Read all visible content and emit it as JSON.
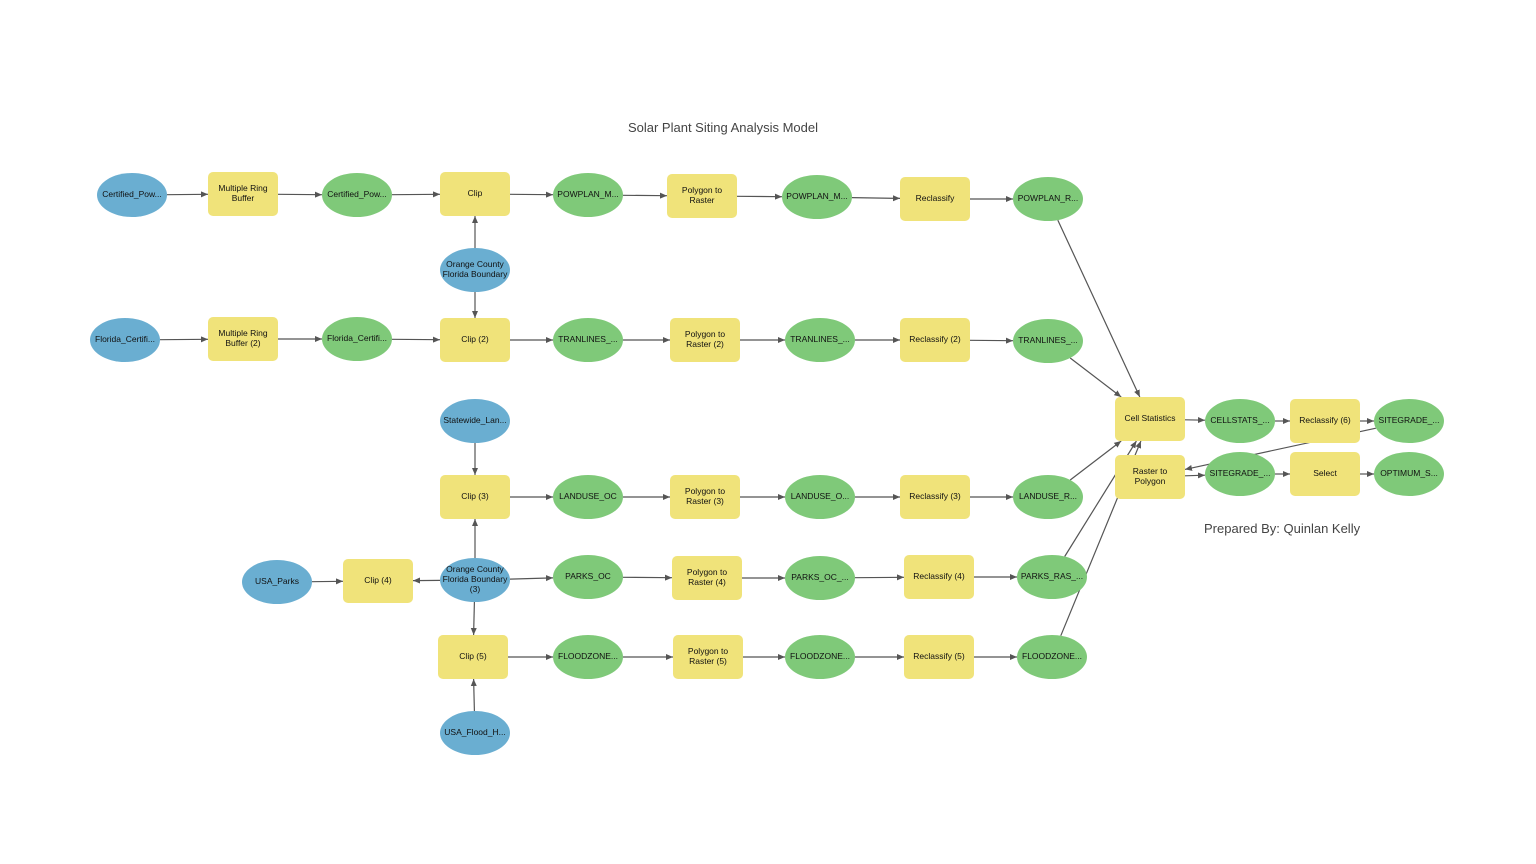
{
  "title": "Solar Plant Siting Analysis Model",
  "credit": "Prepared By: Quinlan Kelly",
  "colors": {
    "input": "#6aaed1",
    "output": "#7fc979",
    "tool": "#f0e37a",
    "connector": "#555555"
  },
  "nodes": [
    {
      "id": "n1",
      "label": "Certified_Pow...",
      "kind": "input"
    },
    {
      "id": "n2",
      "label": "Multiple Ring\nBuffer",
      "kind": "tool"
    },
    {
      "id": "n3",
      "label": "Certified_Pow...",
      "kind": "output"
    },
    {
      "id": "n4",
      "label": "Clip",
      "kind": "tool"
    },
    {
      "id": "n5",
      "label": "POWPLAN_M...",
      "kind": "output"
    },
    {
      "id": "n6",
      "label": "Polygon to\nRaster",
      "kind": "tool"
    },
    {
      "id": "n7",
      "label": "POWPLAN_M...",
      "kind": "output"
    },
    {
      "id": "n8",
      "label": "Reclassify",
      "kind": "tool"
    },
    {
      "id": "n9",
      "label": "POWPLAN_R...",
      "kind": "output"
    },
    {
      "id": "n10",
      "label": "Orange County\nFlorida Boundary",
      "kind": "input"
    },
    {
      "id": "n11",
      "label": "Florida_Certifi...",
      "kind": "input"
    },
    {
      "id": "n12",
      "label": "Multiple Ring\nBuffer (2)",
      "kind": "tool"
    },
    {
      "id": "n13",
      "label": "Florida_Certifi...",
      "kind": "output"
    },
    {
      "id": "n14",
      "label": "Clip (2)",
      "kind": "tool"
    },
    {
      "id": "n15",
      "label": "TRANLINES_...",
      "kind": "output"
    },
    {
      "id": "n16",
      "label": "Polygon to\nRaster (2)",
      "kind": "tool"
    },
    {
      "id": "n17",
      "label": "TRANLINES_...",
      "kind": "output"
    },
    {
      "id": "n18",
      "label": "Reclassify (2)",
      "kind": "tool"
    },
    {
      "id": "n19",
      "label": "TRANLINES_...",
      "kind": "output"
    },
    {
      "id": "n20",
      "label": "Statewide_Lan...",
      "kind": "input"
    },
    {
      "id": "n21",
      "label": "Clip (3)",
      "kind": "tool"
    },
    {
      "id": "n22",
      "label": "LANDUSE_OC",
      "kind": "output"
    },
    {
      "id": "n23",
      "label": "Polygon to\nRaster (3)",
      "kind": "tool"
    },
    {
      "id": "n24",
      "label": "LANDUSE_O...",
      "kind": "output"
    },
    {
      "id": "n25",
      "label": "Reclassify (3)",
      "kind": "tool"
    },
    {
      "id": "n26",
      "label": "LANDUSE_R...",
      "kind": "output"
    },
    {
      "id": "n27",
      "label": "USA_Parks",
      "kind": "input"
    },
    {
      "id": "n28",
      "label": "Clip (4)",
      "kind": "tool"
    },
    {
      "id": "n29",
      "label": "Orange County\nFlorida Boundary\n(3)",
      "kind": "input"
    },
    {
      "id": "n30",
      "label": "PARKS_OC",
      "kind": "output"
    },
    {
      "id": "n31",
      "label": "Polygon to\nRaster (4)",
      "kind": "tool"
    },
    {
      "id": "n32",
      "label": "PARKS_OC_...",
      "kind": "output"
    },
    {
      "id": "n33",
      "label": "Reclassify (4)",
      "kind": "tool"
    },
    {
      "id": "n34",
      "label": "PARKS_RAS_...",
      "kind": "output"
    },
    {
      "id": "n35",
      "label": "Clip (5)",
      "kind": "tool"
    },
    {
      "id": "n36",
      "label": "FLOODZONE...",
      "kind": "output"
    },
    {
      "id": "n37",
      "label": "Polygon to\nRaster (5)",
      "kind": "tool"
    },
    {
      "id": "n38",
      "label": "FLOODZONE...",
      "kind": "output"
    },
    {
      "id": "n39",
      "label": "Reclassify (5)",
      "kind": "tool"
    },
    {
      "id": "n40",
      "label": "FLOODZONE...",
      "kind": "output"
    },
    {
      "id": "n41",
      "label": "USA_Flood_H...",
      "kind": "input"
    },
    {
      "id": "n42",
      "label": "Cell Statistics",
      "kind": "tool"
    },
    {
      "id": "n43",
      "label": "CELLSTATS_...",
      "kind": "output"
    },
    {
      "id": "n44",
      "label": "Reclassify (6)",
      "kind": "tool"
    },
    {
      "id": "n45",
      "label": "SITEGRADE_...",
      "kind": "output"
    },
    {
      "id": "n46",
      "label": "Raster to\nPolygon",
      "kind": "tool"
    },
    {
      "id": "n47",
      "label": "SITEGRADE_...",
      "kind": "output"
    },
    {
      "id": "n48",
      "label": "Select",
      "kind": "tool"
    },
    {
      "id": "n49",
      "label": "OPTIMUM_S...",
      "kind": "output"
    }
  ],
  "edges": [
    [
      "n1",
      "n2"
    ],
    [
      "n2",
      "n3"
    ],
    [
      "n3",
      "n4"
    ],
    [
      "n4",
      "n5"
    ],
    [
      "n5",
      "n6"
    ],
    [
      "n6",
      "n7"
    ],
    [
      "n7",
      "n8"
    ],
    [
      "n8",
      "n9"
    ],
    [
      "n10",
      "n4"
    ],
    [
      "n10",
      "n14"
    ],
    [
      "n11",
      "n12"
    ],
    [
      "n12",
      "n13"
    ],
    [
      "n13",
      "n14"
    ],
    [
      "n14",
      "n15"
    ],
    [
      "n15",
      "n16"
    ],
    [
      "n16",
      "n17"
    ],
    [
      "n17",
      "n18"
    ],
    [
      "n18",
      "n19"
    ],
    [
      "n20",
      "n21"
    ],
    [
      "n29",
      "n21"
    ],
    [
      "n21",
      "n22"
    ],
    [
      "n22",
      "n23"
    ],
    [
      "n23",
      "n24"
    ],
    [
      "n24",
      "n25"
    ],
    [
      "n25",
      "n26"
    ],
    [
      "n27",
      "n28"
    ],
    [
      "n29",
      "n28"
    ],
    [
      "n29",
      "n30"
    ],
    [
      "n30",
      "n31"
    ],
    [
      "n31",
      "n32"
    ],
    [
      "n32",
      "n33"
    ],
    [
      "n33",
      "n34"
    ],
    [
      "n29",
      "n35"
    ],
    [
      "n41",
      "n35"
    ],
    [
      "n35",
      "n36"
    ],
    [
      "n36",
      "n37"
    ],
    [
      "n37",
      "n38"
    ],
    [
      "n38",
      "n39"
    ],
    [
      "n39",
      "n40"
    ],
    [
      "n9",
      "n42"
    ],
    [
      "n19",
      "n42"
    ],
    [
      "n26",
      "n42"
    ],
    [
      "n34",
      "n42"
    ],
    [
      "n40",
      "n42"
    ],
    [
      "n42",
      "n43"
    ],
    [
      "n43",
      "n44"
    ],
    [
      "n44",
      "n45"
    ],
    [
      "n45",
      "n46"
    ],
    [
      "n46",
      "n47"
    ],
    [
      "n47",
      "n48"
    ],
    [
      "n48",
      "n49"
    ]
  ]
}
